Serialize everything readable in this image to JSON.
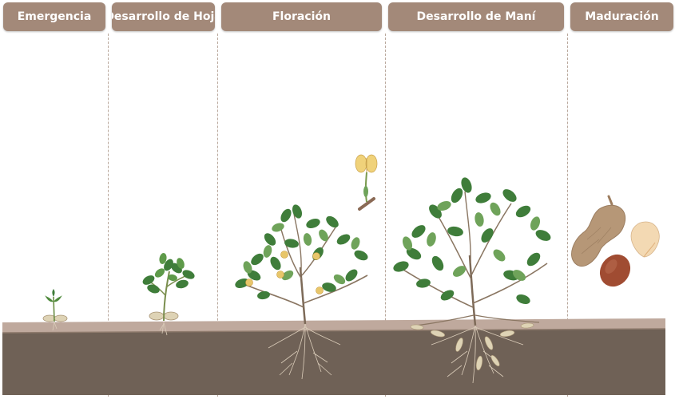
{
  "stages": [
    {
      "label": "Emergencia"
    },
    {
      "label": "Desarrollo de Hoja"
    },
    {
      "label": "Floración"
    },
    {
      "label": "Desarrollo de Maní"
    },
    {
      "label": "Maduración"
    }
  ],
  "colors": {
    "tab_bg": "#a38979",
    "tab_text": "#ffffff",
    "soil_top": "#bfa99d",
    "soil": "#6f6156",
    "leaf_dark": "#3f7d3a",
    "leaf_light": "#73a85a",
    "stem": "#8a6a55",
    "flower": "#e8c66a",
    "peanut_shell": "#b69777",
    "peanut_kernel": "#a04c32"
  },
  "icons": [
    "emergence-seedling-icon",
    "leaf-plant-icon",
    "flowering-plant-icon",
    "peg-flower-icon",
    "pod-development-plant-icon",
    "peanut-pod-icon",
    "peanut-kernel-icon",
    "peanut-seed-icon"
  ]
}
